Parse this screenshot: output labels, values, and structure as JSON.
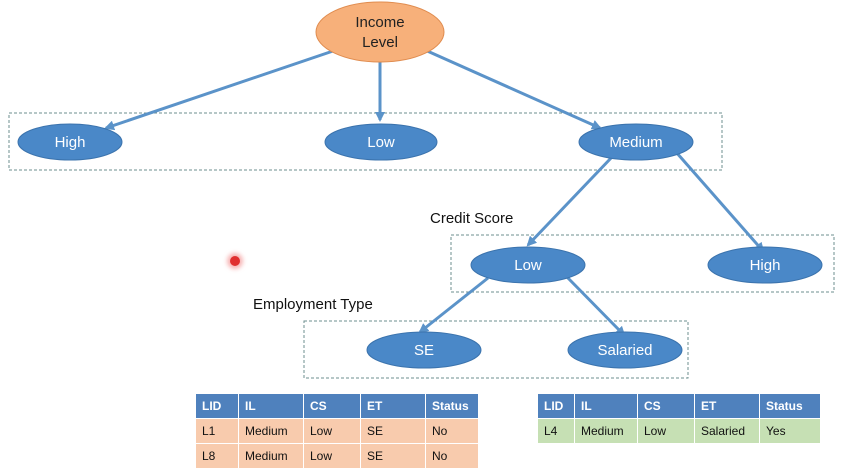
{
  "tree": {
    "root": {
      "label_line1": "Income",
      "label_line2": "Level"
    },
    "level1": {
      "high": "High",
      "low": "Low",
      "medium": "Medium"
    },
    "credit_score": {
      "title": "Credit Score",
      "low": "Low",
      "high": "High"
    },
    "employment_type": {
      "title": "Employment Type",
      "se": "SE",
      "salaried": "Salaried"
    }
  },
  "colors": {
    "root_fill": "#f7b07a",
    "node_fill": "#4a88c8",
    "edge": "#5b93c9",
    "left_table_fill": "#f8cbad",
    "right_table_fill": "#c6e0b4",
    "header_fill": "#4f81bd"
  },
  "tables": {
    "left": {
      "headers": [
        "LID",
        "IL",
        "CS",
        "ET",
        "Status"
      ],
      "rows": [
        [
          "L1",
          "Medium",
          "Low",
          "SE",
          "No"
        ],
        [
          "L8",
          "Medium",
          "Low",
          "SE",
          "No"
        ]
      ]
    },
    "right": {
      "headers": [
        "LID",
        "IL",
        "CS",
        "ET",
        "Status"
      ],
      "rows": [
        [
          "L4",
          "Medium",
          "Low",
          "Salaried",
          "Yes"
        ]
      ]
    }
  }
}
